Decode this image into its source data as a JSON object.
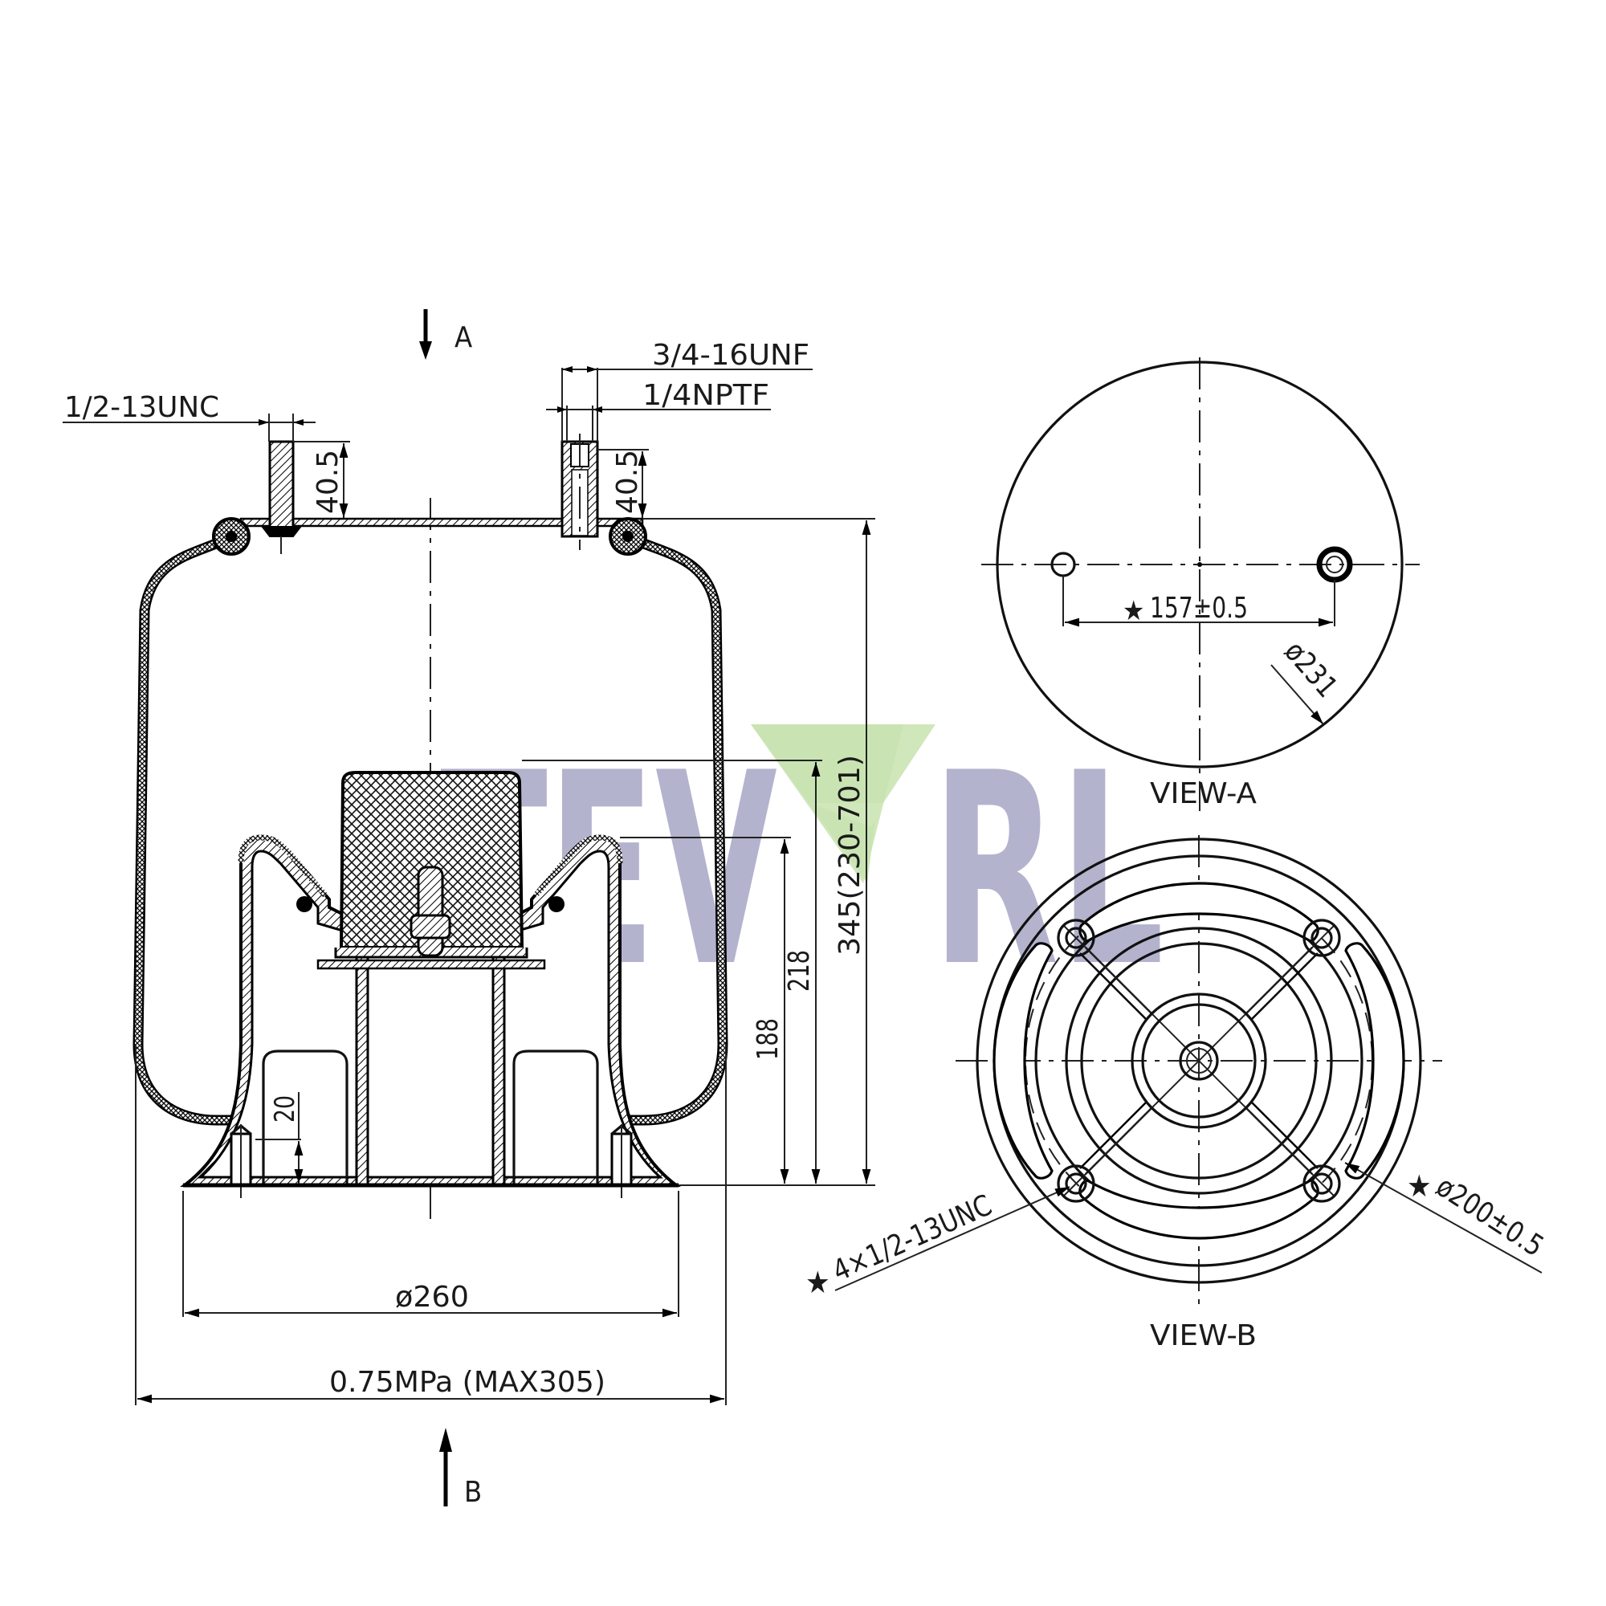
{
  "drawing": {
    "type": "air spring technical drawing",
    "watermark": {
      "text_left": "TEV",
      "text_right": "RL",
      "letter_color": "#a7a6c6",
      "arrow_color": "#c8e3b0"
    },
    "section_view": {
      "view_arrow_top_label": "A",
      "view_arrow_bottom_label": "B",
      "stud_thread_label": "1/2-13UNC",
      "air_fitting_thread_label": "3/4-16UNF",
      "air_port_label": "1/4NPTF",
      "stud_height_left": "40.5",
      "stud_height_right": "40.5",
      "insert_height": "20",
      "dim_188": "188",
      "dim_218": "218",
      "dim_height": "345(230-701)",
      "dim_base_diameter": "ø260",
      "dim_max_diameter": "0.75MPa (MAX305)"
    },
    "view_a": {
      "title": "VIEW-A",
      "hole_spacing": "157±0.5",
      "plate_diameter": "ø231",
      "critical_mark": "★"
    },
    "view_b": {
      "title": "VIEW-B",
      "bolt_circle": "ø200±0.5",
      "bolt_thread": "4×1/2-13UNC",
      "critical_mark": "★"
    }
  }
}
